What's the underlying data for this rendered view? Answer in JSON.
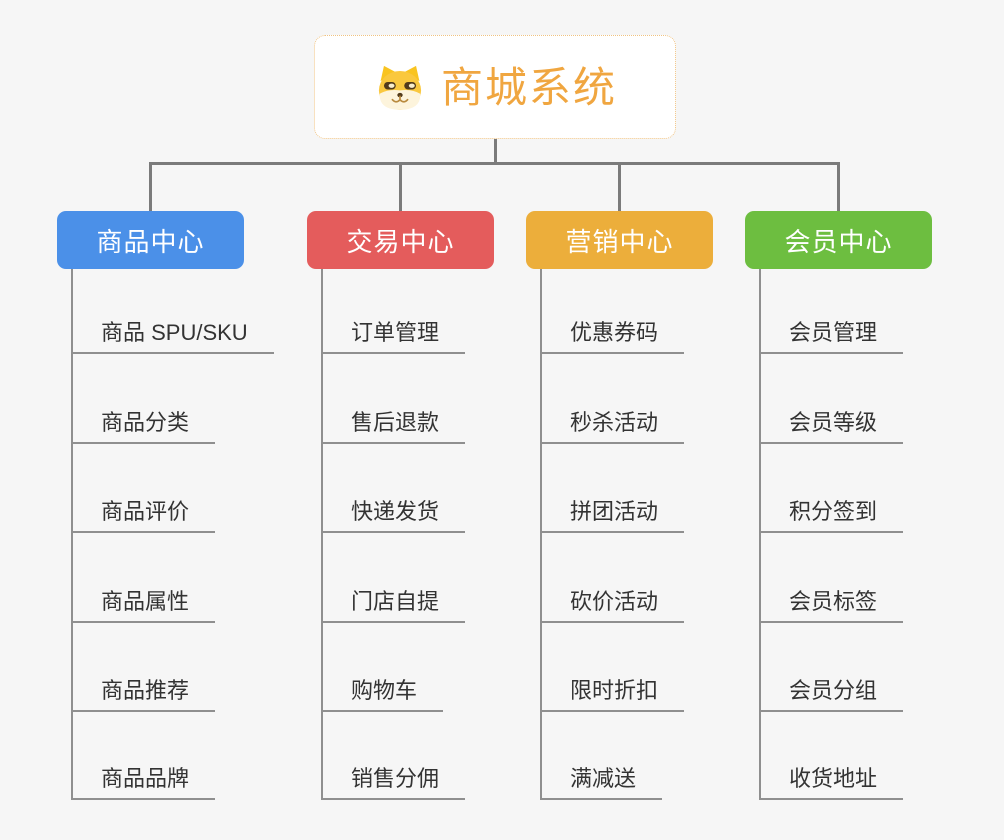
{
  "colors": {
    "background": "#f6f6f6",
    "connector": "#7b7b7b",
    "line": "#8f8f8f",
    "item_text": "#333333"
  },
  "root": {
    "title": "商城系统",
    "title_color": "#f0a640",
    "border_color": "#f0c382",
    "icon": "doge-icon"
  },
  "branches": [
    {
      "label": "商品中心",
      "color": "#4b90e8",
      "items": [
        "商品 SPU/SKU",
        "商品分类",
        "商品评价",
        "商品属性",
        "商品推荐",
        "商品品牌"
      ]
    },
    {
      "label": "交易中心",
      "color": "#e45c5c",
      "items": [
        "订单管理",
        "售后退款",
        "快递发货",
        "门店自提",
        "购物车",
        "销售分佣"
      ]
    },
    {
      "label": "营销中心",
      "color": "#ecae3b",
      "items": [
        "优惠券码",
        "秒杀活动",
        "拼团活动",
        "砍价活动",
        "限时折扣",
        "满减送"
      ]
    },
    {
      "label": "会员中心",
      "color": "#6dbe40",
      "items": [
        "会员管理",
        "会员等级",
        "积分签到",
        "会员标签",
        "会员分组",
        "收货地址"
      ]
    }
  ]
}
